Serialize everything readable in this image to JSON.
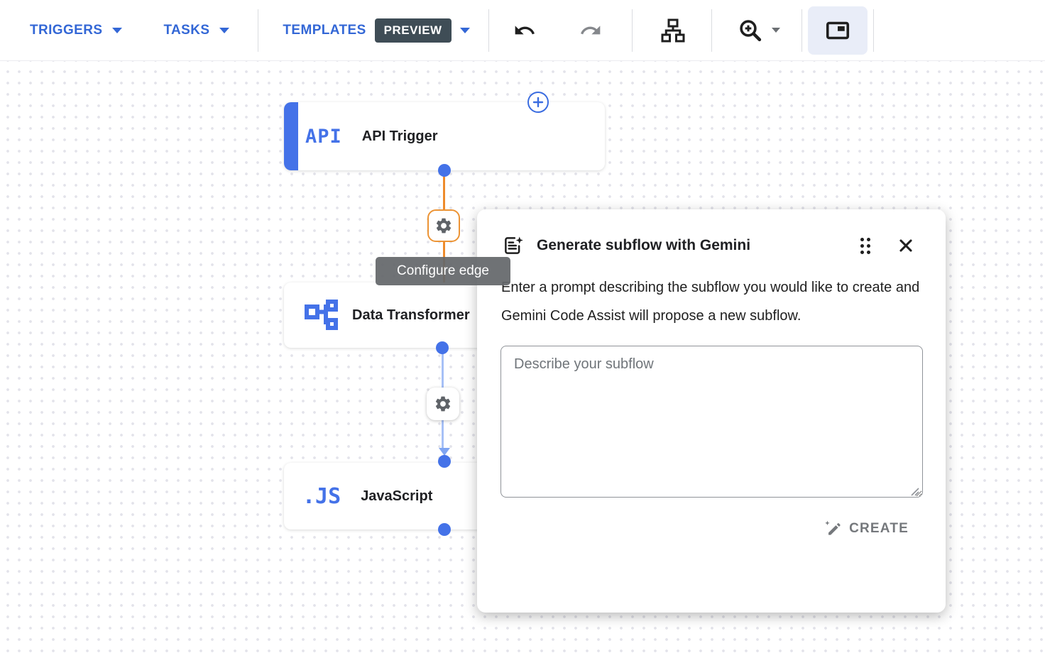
{
  "toolbar": {
    "triggers_label": "TRIGGERS",
    "tasks_label": "TASKS",
    "templates_label": "TEMPLATES",
    "preview_badge": "PREVIEW",
    "undo_enabled": true,
    "redo_enabled": false,
    "panel_button_active": true
  },
  "canvas": {
    "nodes": [
      {
        "icon_text": "API",
        "label": "API Trigger"
      },
      {
        "icon": "data-transformer-icon",
        "label": "Data Transformer"
      },
      {
        "icon_text": ".JS",
        "label": "JavaScript"
      }
    ],
    "edge_tooltip": "Configure edge"
  },
  "dialog": {
    "title": "Generate subflow with Gemini",
    "description": "Enter a prompt describing the subflow you would like to create and Gemini Code Assist will propose a new subflow.",
    "textarea_value": "",
    "textarea_placeholder": "Describe your subflow",
    "create_label": "CREATE"
  },
  "icons": {
    "triggers_caret": "caret-down",
    "tasks_caret": "caret-down",
    "templates_caret": "caret-down",
    "undo": "curved-arrow-left",
    "redo": "curved-arrow-right",
    "layout": "org-chart",
    "zoom": "magnifier-plus",
    "panel": "picture-in-picture",
    "add_node": "plus-circle",
    "edge_config": "gear",
    "dialog_header": "document-with-sparkle",
    "dialog_drag": "six-dots",
    "dialog_close": "x-cross",
    "create": "pen-with-sparkle"
  },
  "colors": {
    "toolbar_blue": "#3367d6",
    "node_blue": "#4472e8",
    "edge_orange": "#ee8b2c",
    "edge_blue": "#a6c0f6",
    "preview_badge_bg": "#3f4d56",
    "panel_button_bg": "#e9edf8",
    "tooltip_bg": "#64676b",
    "gear_gray": "#5f6368",
    "create_gray": "#75787c"
  }
}
